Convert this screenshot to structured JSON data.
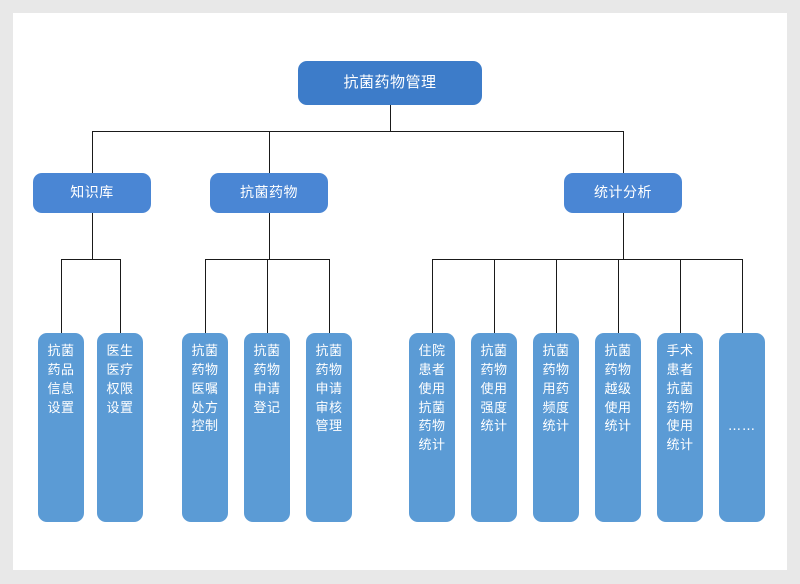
{
  "diagram": {
    "title_node": {
      "id": "root",
      "label": "抗菌药物管理"
    },
    "branches": [
      {
        "id": "branch-knowledge",
        "label": "知识库"
      },
      {
        "id": "branch-antibiotic",
        "label": "抗菌药物"
      },
      {
        "id": "branch-statistics",
        "label": "统计分析"
      }
    ],
    "leaves": {
      "knowledge": [
        {
          "id": "leaf-drug-info-setting",
          "label": "抗菌药品信息设置"
        },
        {
          "id": "leaf-doctor-permission-setting",
          "label": "医生医疗权限设置"
        }
      ],
      "antibiotic": [
        {
          "id": "leaf-order-prescription-control",
          "label": "抗菌药物医嘱处方控制"
        },
        {
          "id": "leaf-application-registration",
          "label": "抗菌药物申请登记"
        },
        {
          "id": "leaf-application-review-management",
          "label": "抗菌药物申请审核管理"
        }
      ],
      "statistics": [
        {
          "id": "leaf-inpatient-usage-stats",
          "label": "住院患者使用抗菌药物统计"
        },
        {
          "id": "leaf-usage-intensity-stats",
          "label": "抗菌药物使用强度统计"
        },
        {
          "id": "leaf-ddd-frequency-stats",
          "label": "抗菌药物用药频度统计"
        },
        {
          "id": "leaf-escalated-usage-stats",
          "label": "抗菌药物越级使用统计"
        },
        {
          "id": "leaf-surgical-patient-usage-stats",
          "label": "手术患者抗菌药物使用统计"
        },
        {
          "id": "leaf-more",
          "label": "……"
        }
      ]
    },
    "colors": {
      "root": "#3d7cc9",
      "branch": "#4a86d4",
      "leaf": "#5b9bd5",
      "connector": "#1a1a1a",
      "canvas": "#ffffff",
      "page_background": "#e8e8e8",
      "text": "#ffffff"
    }
  }
}
